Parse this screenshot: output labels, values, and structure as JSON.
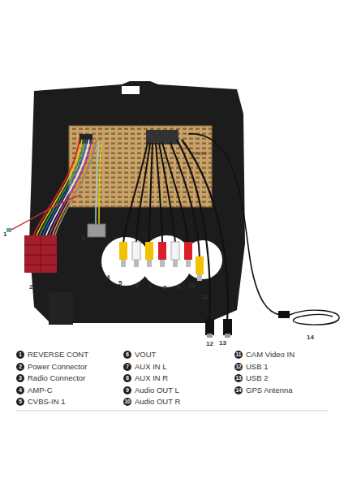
{
  "diagram": {
    "labels": [
      "1",
      "2",
      "3",
      "4",
      "5",
      "6",
      "7",
      "8",
      "9",
      "10",
      "11",
      "12",
      "13",
      "14",
      "RADIO",
      "1",
      "2",
      "3",
      "4",
      "5",
      "6",
      "7",
      "8",
      "9",
      "10",
      "11",
      "12",
      "13",
      "14",
      "REVERSE CONT",
      "Power Connector",
      "Radio Connector",
      "AMP-C",
      "CVBS-IN 1",
      "VOUT",
      "AUX IN L",
      "AUX IN R",
      "Audio OUT L",
      "Audio OUT R",
      "CAM Video IN",
      "USB 1",
      "USB 2",
      "GPS Antenna"
    ]
  }
}
